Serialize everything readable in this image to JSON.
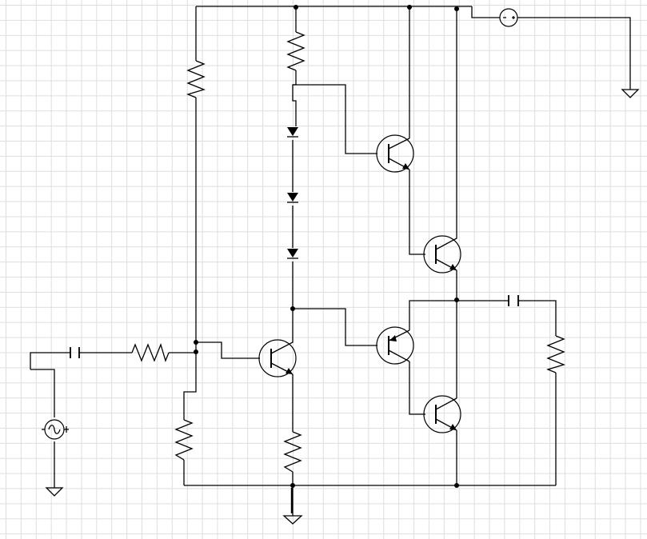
{
  "diagram": {
    "type": "circuit-schematic",
    "colors": {
      "wire": "#000000",
      "grid": "#dedede",
      "background": "#ffffff"
    },
    "components": [
      {
        "kind": "dc-source",
        "polarity_left": "-",
        "polarity_right": "+"
      },
      {
        "kind": "ac-source"
      },
      {
        "kind": "ground",
        "count": 3
      },
      {
        "kind": "capacitor",
        "count": 2
      },
      {
        "kind": "resistor",
        "count": 6
      },
      {
        "kind": "diode",
        "count": 3
      },
      {
        "kind": "npn-transistor",
        "count": 5
      }
    ]
  }
}
